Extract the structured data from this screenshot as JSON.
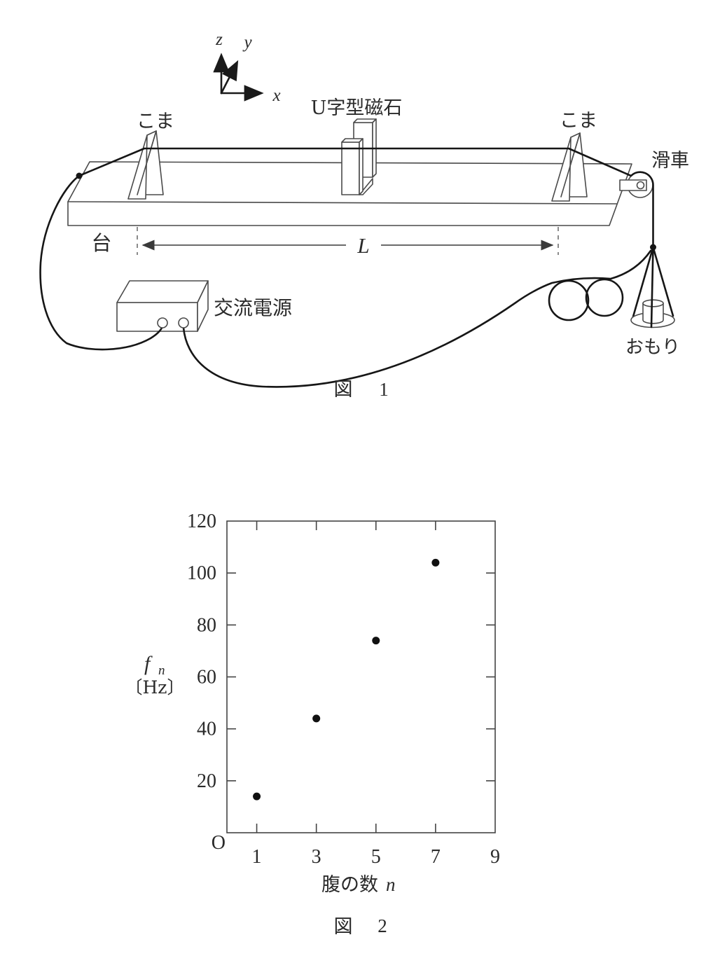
{
  "figure1": {
    "axes": {
      "z": "z",
      "y": "y",
      "x": "x"
    },
    "labels": {
      "koma_left": "こま",
      "magnet": "U字型磁石",
      "koma_right": "こま",
      "pulley": "滑車",
      "stand": "台",
      "length": "L",
      "power_supply": "交流電源",
      "weight": "おもり"
    },
    "caption": {
      "fig": "図",
      "num": "1"
    }
  },
  "figure2": {
    "ylabel": {
      "f": "f",
      "sub": "n",
      "unit": "〔Hz〕"
    },
    "xlabel": {
      "text": "腹の数",
      "var": "n"
    },
    "origin": "O",
    "caption": {
      "fig": "図",
      "num": "2"
    }
  },
  "chart_data": {
    "type": "scatter",
    "title": "図 2",
    "xlabel": "腹の数 n",
    "ylabel": "f_n 〔Hz〕",
    "x": [
      1,
      3,
      5,
      7
    ],
    "y": [
      14,
      44,
      74,
      104
    ],
    "points": [
      [
        1,
        14
      ],
      [
        3,
        44
      ],
      [
        5,
        74
      ],
      [
        7,
        104
      ]
    ],
    "xlim": [
      0,
      9
    ],
    "ylim": [
      0,
      120
    ],
    "xticks": [
      1,
      3,
      5,
      7,
      9
    ],
    "yticks": [
      20,
      40,
      60,
      80,
      100,
      120
    ],
    "grid": false,
    "legend": false,
    "marker": "filled-circle"
  }
}
